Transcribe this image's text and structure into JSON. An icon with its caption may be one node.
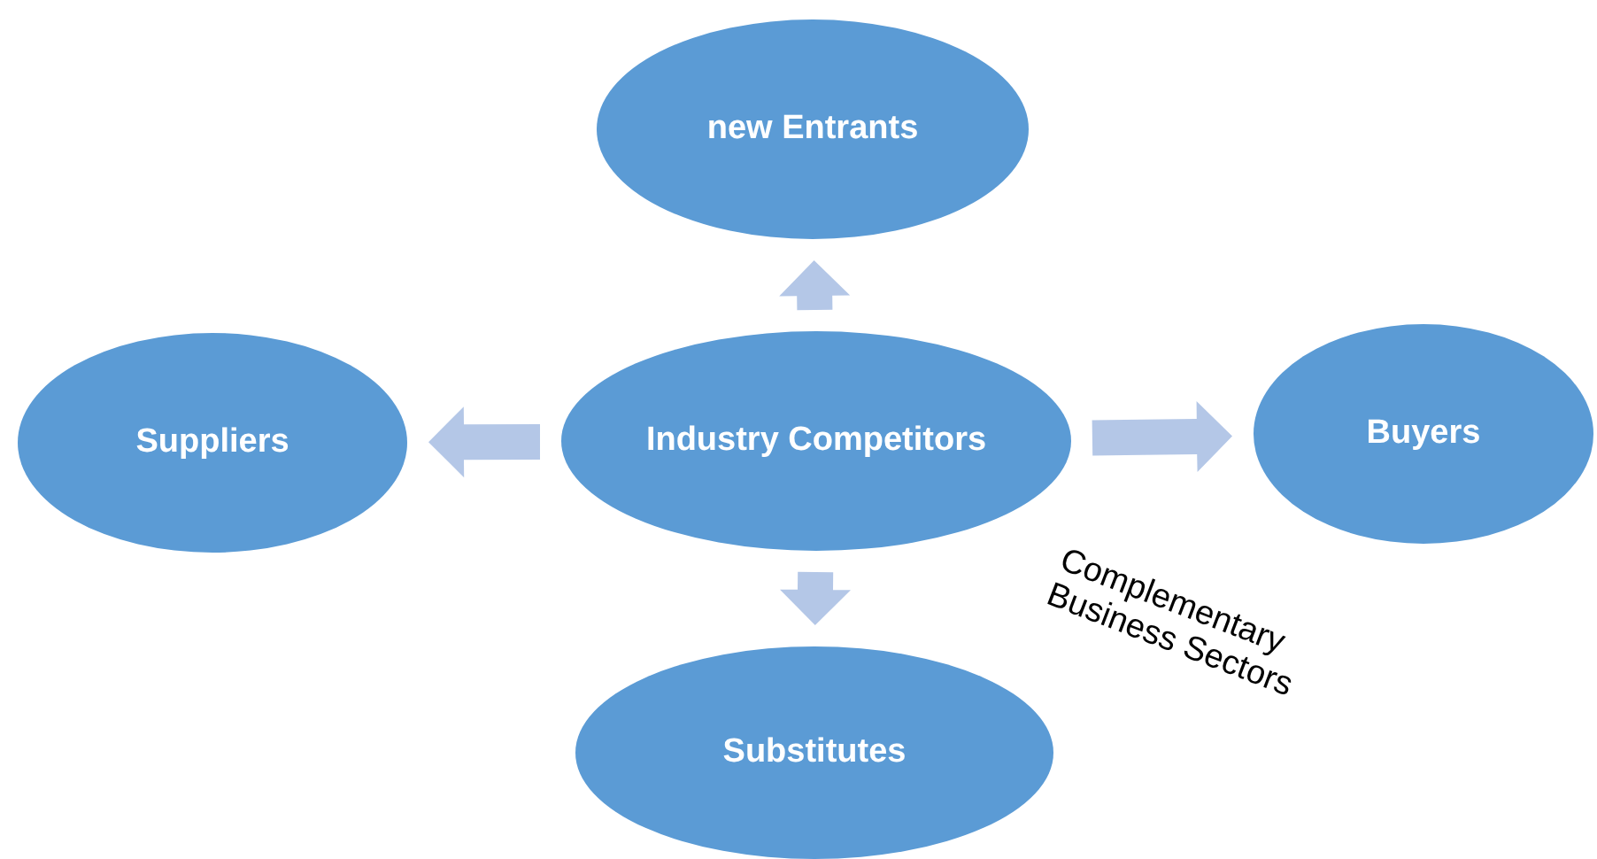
{
  "diagram": {
    "nodes": [
      {
        "text": [
          "new Entrants"
        ]
      },
      {
        "text": [
          "Suppliers"
        ]
      },
      {
        "text": [
          "Industry Competitors"
        ]
      },
      {
        "text": [
          "Buyers"
        ]
      },
      {
        "text": [
          "Substitutes"
        ]
      }
    ],
    "edges": [
      {
        "from": 2,
        "to": 0,
        "arrow": "to"
      },
      {
        "from": 2,
        "to": 1,
        "arrow": "to"
      },
      {
        "from": 2,
        "to": 3,
        "arrow": "to"
      },
      {
        "from": 2,
        "to": 4,
        "arrow": "to"
      }
    ],
    "labels": [
      "Complementary Business Sectors"
    ]
  }
}
